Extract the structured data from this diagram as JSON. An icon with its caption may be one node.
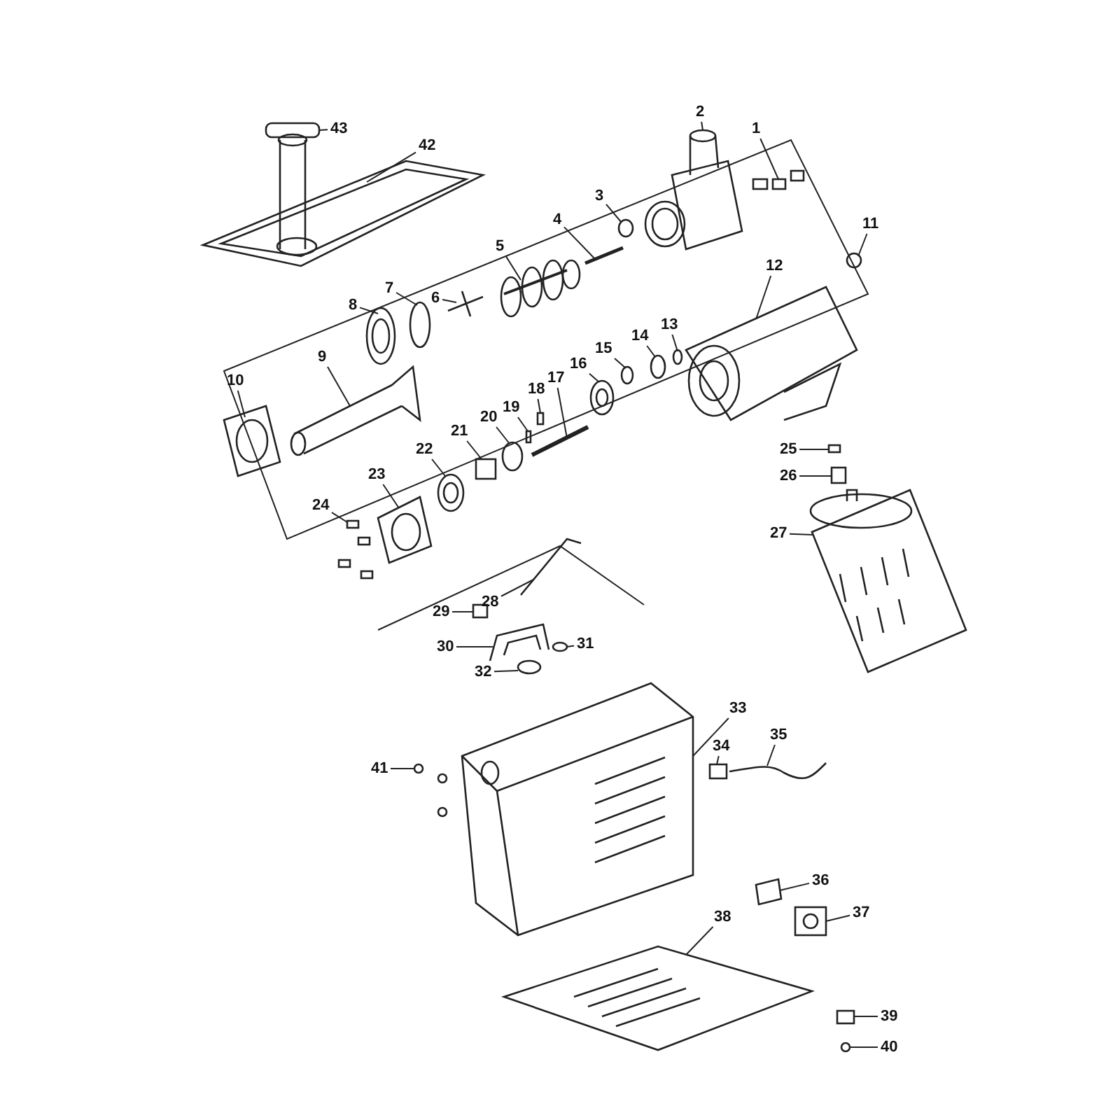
{
  "diagram": {
    "nodes": [
      {
        "text": [
          "1"
        ]
      },
      {
        "text": [
          "2"
        ]
      },
      {
        "text": [
          "3"
        ]
      },
      {
        "text": [
          "4"
        ]
      },
      {
        "text": [
          "5"
        ]
      },
      {
        "text": [
          "6"
        ]
      },
      {
        "text": [
          "7"
        ]
      },
      {
        "text": [
          "8"
        ]
      },
      {
        "text": [
          "9"
        ]
      },
      {
        "text": [
          "10"
        ]
      },
      {
        "text": [
          "11"
        ]
      },
      {
        "text": [
          "12"
        ]
      },
      {
        "text": [
          "13"
        ]
      },
      {
        "text": [
          "14"
        ]
      },
      {
        "text": [
          "15"
        ]
      },
      {
        "text": [
          "16"
        ]
      },
      {
        "text": [
          "17"
        ]
      },
      {
        "text": [
          "18"
        ]
      },
      {
        "text": [
          "19"
        ]
      },
      {
        "text": [
          "20"
        ]
      },
      {
        "text": [
          "21"
        ]
      },
      {
        "text": [
          "22"
        ]
      },
      {
        "text": [
          "23"
        ]
      },
      {
        "text": [
          "24"
        ]
      },
      {
        "text": [
          "25"
        ]
      },
      {
        "text": [
          "26"
        ]
      },
      {
        "text": [
          "27"
        ]
      },
      {
        "text": [
          "28"
        ]
      },
      {
        "text": [
          "29"
        ]
      },
      {
        "text": [
          "30"
        ]
      },
      {
        "text": [
          "31"
        ]
      },
      {
        "text": [
          "32"
        ]
      },
      {
        "text": [
          "33"
        ]
      },
      {
        "text": [
          "34"
        ]
      },
      {
        "text": [
          "35"
        ]
      },
      {
        "text": [
          "36"
        ]
      },
      {
        "text": [
          "37"
        ]
      },
      {
        "text": [
          "38"
        ]
      },
      {
        "text": [
          "39"
        ]
      },
      {
        "text": [
          "40"
        ]
      },
      {
        "text": [
          "41"
        ]
      },
      {
        "text": [
          "42"
        ]
      },
      {
        "text": [
          "43"
        ]
      },
      {
        "text": [],
        "shape": "picture"
      },
      {
        "text": [],
        "shape": "picture"
      },
      {
        "text": [],
        "shape": "circle"
      },
      {
        "text": [],
        "shape": "picture"
      },
      {
        "text": [],
        "shape": "picture"
      },
      {
        "text": [],
        "shape": "picture"
      },
      {
        "text": [],
        "shape": "circle"
      },
      {
        "text": [],
        "shape": "picture"
      },
      {
        "text": [],
        "shape": "cylinder"
      },
      {
        "text": [],
        "shape": "picture"
      },
      {
        "text": [],
        "shape": "circle"
      },
      {
        "text": [],
        "shape": "picture"
      },
      {
        "text": [],
        "shape": "circle"
      },
      {
        "text": [],
        "shape": "circle"
      },
      {
        "text": [],
        "shape": "circle"
      },
      {
        "text": [],
        "shape": "picture"
      },
      {
        "text": [],
        "shape": "picture"
      },
      {
        "text": [],
        "shape": "box"
      },
      {
        "text": [],
        "shape": "box"
      },
      {
        "text": [],
        "shape": "circle"
      },
      {
        "text": [],
        "shape": "box"
      },
      {
        "text": [],
        "shape": "picture"
      },
      {
        "text": [],
        "shape": "picture"
      },
      {
        "text": [],
        "shape": "picture"
      },
      {
        "text": [],
        "shape": "box"
      },
      {
        "text": [],
        "shape": "box"
      },
      {
        "text": [],
        "shape": "picture"
      },
      {
        "text": [],
        "shape": "picture"
      },
      {
        "text": [],
        "shape": "box"
      },
      {
        "text": [],
        "shape": "picture"
      },
      {
        "text": [],
        "shape": "circle"
      },
      {
        "text": [],
        "shape": "circle"
      },
      {
        "text": [],
        "shape": "picture"
      },
      {
        "text": [],
        "shape": "box"
      },
      {
        "text": [],
        "shape": "picture"
      },
      {
        "text": [],
        "shape": "picture"
      },
      {
        "text": [],
        "shape": "picture"
      },
      {
        "text": [],
        "shape": "picture"
      },
      {
        "text": [],
        "shape": "box"
      },
      {
        "text": [],
        "shape": "circle"
      },
      {
        "text": [],
        "shape": "picture"
      },
      {
        "text": [],
        "shape": "picture"
      },
      {
        "text": [],
        "shape": "picture"
      }
    ],
    "edges": [
      {
        "from": 0,
        "to": 43,
        "arrow": "none"
      },
      {
        "from": 1,
        "to": 44,
        "arrow": "none"
      },
      {
        "from": 2,
        "to": 45,
        "arrow": "none"
      },
      {
        "from": 3,
        "to": 46,
        "arrow": "none"
      },
      {
        "from": 4,
        "to": 47,
        "arrow": "none"
      },
      {
        "from": 5,
        "to": 48,
        "arrow": "none"
      },
      {
        "from": 6,
        "to": 49,
        "arrow": "none"
      },
      {
        "from": 7,
        "to": 50,
        "arrow": "none"
      },
      {
        "from": 8,
        "to": 51,
        "arrow": "none"
      },
      {
        "from": 9,
        "to": 52,
        "arrow": "none"
      },
      {
        "from": 10,
        "to": 53,
        "arrow": "none"
      },
      {
        "from": 11,
        "to": 54,
        "arrow": "none"
      },
      {
        "from": 12,
        "to": 55,
        "arrow": "none"
      },
      {
        "from": 13,
        "to": 56,
        "arrow": "none"
      },
      {
        "from": 14,
        "to": 57,
        "arrow": "none"
      },
      {
        "from": 15,
        "to": 58,
        "arrow": "none"
      },
      {
        "from": 16,
        "to": 59,
        "arrow": "none"
      },
      {
        "from": 17,
        "to": 60,
        "arrow": "none"
      },
      {
        "from": 18,
        "to": 61,
        "arrow": "none"
      },
      {
        "from": 19,
        "to": 62,
        "arrow": "none"
      },
      {
        "from": 20,
        "to": 63,
        "arrow": "none"
      },
      {
        "from": 21,
        "to": 64,
        "arrow": "none"
      },
      {
        "from": 22,
        "to": 65,
        "arrow": "none"
      },
      {
        "from": 23,
        "to": 66,
        "arrow": "none"
      },
      {
        "from": 24,
        "to": 67,
        "arrow": "none"
      },
      {
        "from": 25,
        "to": 68,
        "arrow": "none"
      },
      {
        "from": 26,
        "to": 69,
        "arrow": "none"
      },
      {
        "from": 27,
        "to": 70,
        "arrow": "none"
      },
      {
        "from": 28,
        "to": 71,
        "arrow": "none"
      },
      {
        "from": 29,
        "to": 72,
        "arrow": "none"
      },
      {
        "from": 30,
        "to": 73,
        "arrow": "none"
      },
      {
        "from": 31,
        "to": 74,
        "arrow": "none"
      },
      {
        "from": 32,
        "to": 75,
        "arrow": "none"
      },
      {
        "from": 33,
        "to": 76,
        "arrow": "none"
      },
      {
        "from": 34,
        "to": 77,
        "arrow": "none"
      },
      {
        "from": 35,
        "to": 78,
        "arrow": "none"
      },
      {
        "from": 36,
        "to": 79,
        "arrow": "none"
      },
      {
        "from": 37,
        "to": 80,
        "arrow": "none"
      },
      {
        "from": 38,
        "to": 81,
        "arrow": "none"
      },
      {
        "from": 39,
        "to": 82,
        "arrow": "none"
      },
      {
        "from": 40,
        "to": 83,
        "arrow": "none"
      },
      {
        "from": 41,
        "to": 84,
        "arrow": "none"
      },
      {
        "from": 42,
        "to": 85,
        "arrow": "none"
      }
    ]
  }
}
